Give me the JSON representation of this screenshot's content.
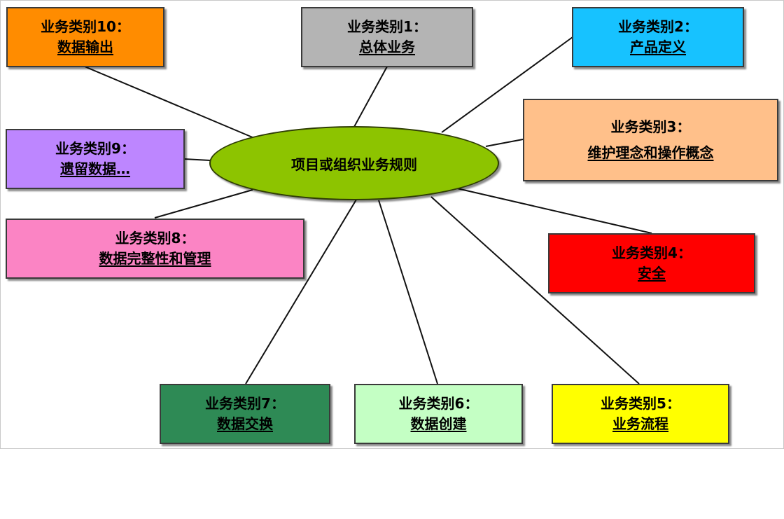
{
  "center": {
    "label": "项目或组织业务规则",
    "color": "#8dc400"
  },
  "categories": [
    {
      "id": "c10",
      "title": "业务类别10：",
      "subtitle": "数据输出",
      "color": "#ff8c00"
    },
    {
      "id": "c1",
      "title": "业务类别1：",
      "subtitle": "总体业务",
      "color": "#b4b4b4"
    },
    {
      "id": "c2",
      "title": "业务类别2：",
      "subtitle": "产品定义",
      "color": "#17c2ff"
    },
    {
      "id": "c9",
      "title": "业务类别9：",
      "subtitle": "遗留数据…",
      "color": "#bd86ff"
    },
    {
      "id": "c3",
      "title": "业务类别3：",
      "subtitle": "维护理念和操作概念",
      "color": "#ffc08a"
    },
    {
      "id": "c8",
      "title": "业务类别8：",
      "subtitle": "数据完整性和管理",
      "color": "#fb84c4"
    },
    {
      "id": "c4",
      "title": "业务类别4：",
      "subtitle": "安全",
      "color": "#ff0000"
    },
    {
      "id": "c7",
      "title": "业务类别7：",
      "subtitle": "数据交换",
      "color": "#2e8a55"
    },
    {
      "id": "c6",
      "title": "业务类别6：",
      "subtitle": "数据创建",
      "color": "#c4ffc4"
    },
    {
      "id": "c5",
      "title": "业务类别5：",
      "subtitle": "业务流程",
      "color": "#ffff00"
    }
  ]
}
